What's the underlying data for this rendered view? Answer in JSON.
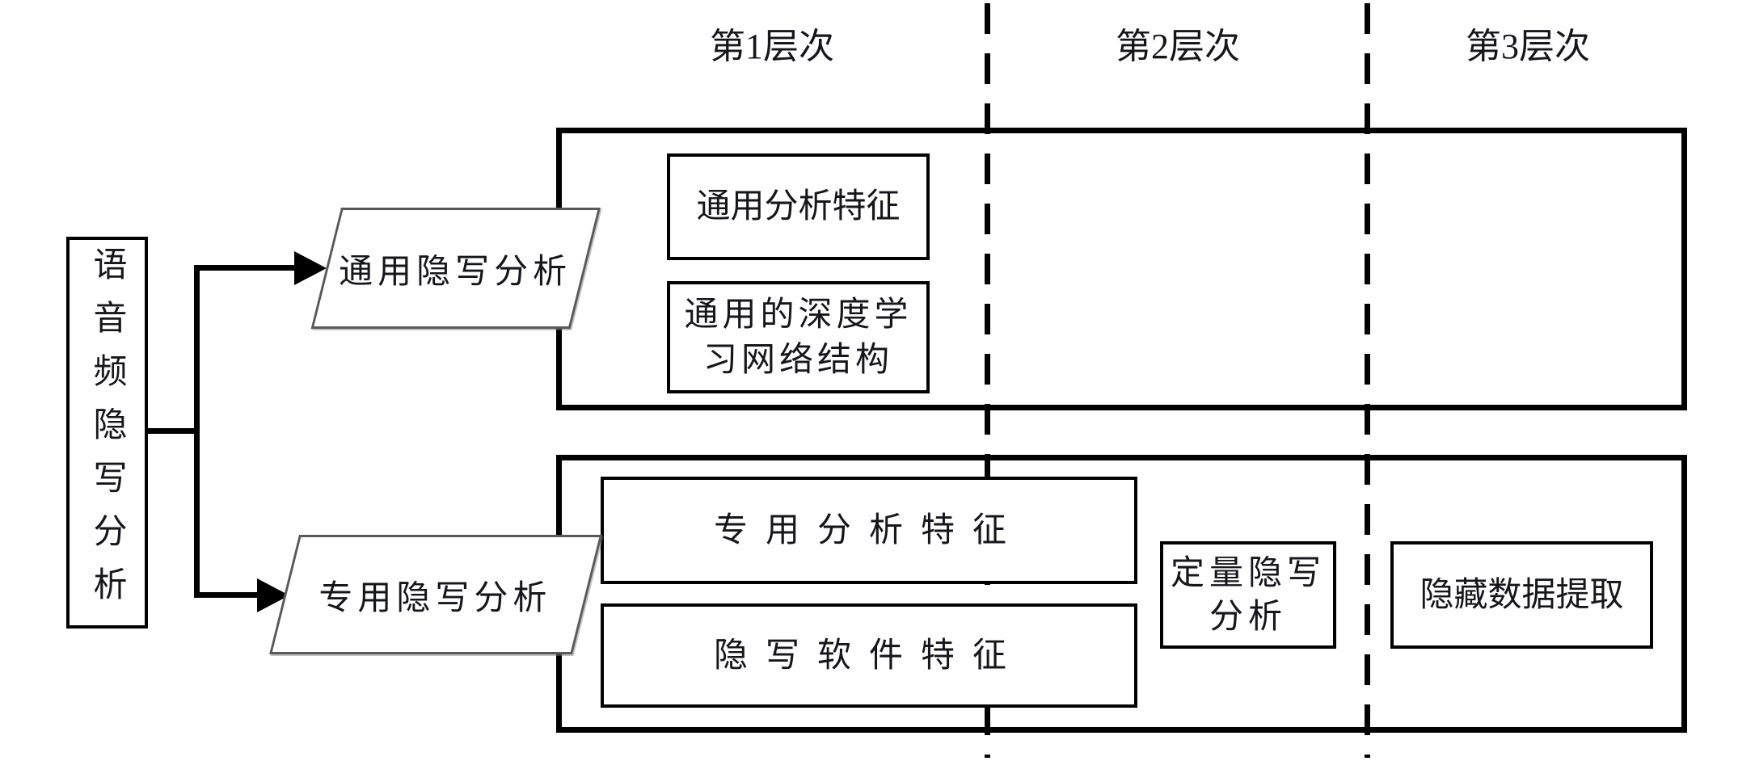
{
  "diagram": {
    "columns": [
      {
        "label": "第1层次"
      },
      {
        "label": "第2层次"
      },
      {
        "label": "第3层次"
      }
    ],
    "root": {
      "label": "语音频隐写分析"
    },
    "branches": {
      "general": {
        "label": "通用隐写分析"
      },
      "specific": {
        "label": "专用隐写分析"
      }
    },
    "general_group": {
      "feature_box": "通用分析特征",
      "network_box": "通用的深度学习网络结构"
    },
    "specific_group": {
      "feature_box": "专用分析特征",
      "software_box": "隐写软件特征"
    },
    "level2_box": "定量隐写分析",
    "level3_box": "隐藏数据提取",
    "colors": {
      "line": "#000000",
      "parallelogram_border": "#595959",
      "text": "#16161d",
      "background": "#ffffff"
    }
  }
}
